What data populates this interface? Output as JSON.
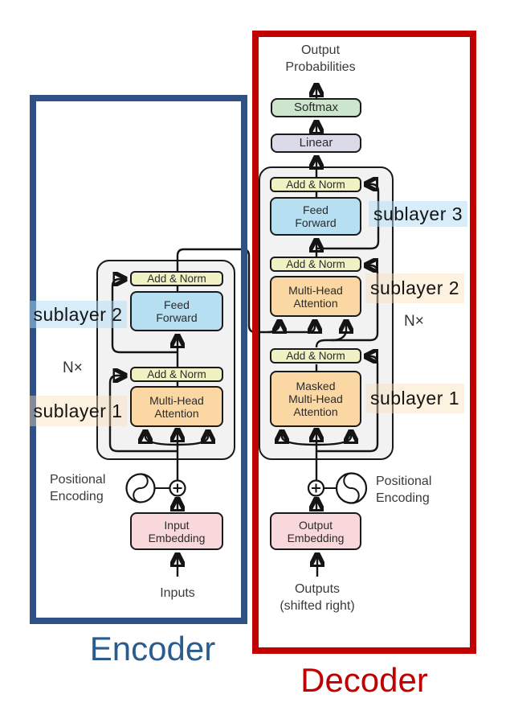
{
  "diagram": {
    "title_line1": "Output",
    "title_line2": "Probabilities",
    "shared": {
      "add_norm": "Add & Norm",
      "nx": "N×",
      "softmax": "Softmax",
      "linear": "Linear",
      "pos_enc_l1": "Positional",
      "pos_enc_l2": "Encoding"
    },
    "encoder": {
      "label": "Encoder",
      "feed_forward_l1": "Feed",
      "feed_forward_l2": "Forward",
      "mha_l1": "Multi-Head",
      "mha_l2": "Attention",
      "embedding_l1": "Input",
      "embedding_l2": "Embedding",
      "inputs": "Inputs",
      "sublayer1": "sublayer 1",
      "sublayer2": "sublayer 2"
    },
    "decoder": {
      "label": "Decoder",
      "feed_forward_l1": "Feed",
      "feed_forward_l2": "Forward",
      "mha_l1": "Multi-Head",
      "mha_l2": "Attention",
      "masked_l1": "Masked",
      "masked_l2": "Multi-Head",
      "masked_l3": "Attention",
      "embedding_l1": "Output",
      "embedding_l2": "Embedding",
      "outputs_l1": "Outputs",
      "outputs_l2": "(shifted right)",
      "sublayer1": "sublayer 1",
      "sublayer2": "sublayer 2",
      "sublayer3": "sublayer 3"
    },
    "colors": {
      "frame_encoder": "#2f5185",
      "frame_decoder": "#c10000",
      "label_encoder": "#2a5d8e",
      "label_decoder": "#c00000",
      "add_norm_fill": "#f1f2c3",
      "feed_forward_fill": "#b7dff2",
      "attention_fill": "#fbd8a3",
      "softmax_fill": "#cbe6cc",
      "linear_fill": "#dadae9",
      "embedding_fill": "#f9d8dc",
      "container_fill": "#f2f2f3",
      "highlight_blue": "#ddeef8",
      "highlight_cream": "#fcefdd"
    }
  }
}
